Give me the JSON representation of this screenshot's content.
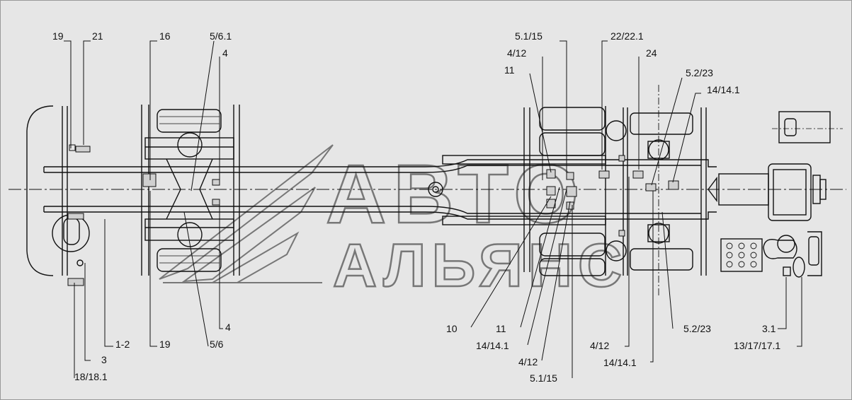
{
  "watermark": {
    "line1": "АВТО",
    "line2": "АЛЬЯНС"
  },
  "colors": {
    "background": "#e6e6e6",
    "line": "#111111",
    "watermark": "#777777"
  },
  "labels": [
    "19",
    "21",
    "16",
    "5/6.1",
    "4",
    "5.1/15",
    "22/22.1",
    "4/12",
    "11",
    "24",
    "5.2/23",
    "14/14.1",
    "1-2",
    "3",
    "18/18.1",
    "19",
    "5/6",
    "4",
    "10",
    "11",
    "14/14.1",
    "4/12",
    "5.1/15",
    "4/12",
    "5.2/23",
    "14/14.1",
    "3.1",
    "13/17/17.1"
  ]
}
